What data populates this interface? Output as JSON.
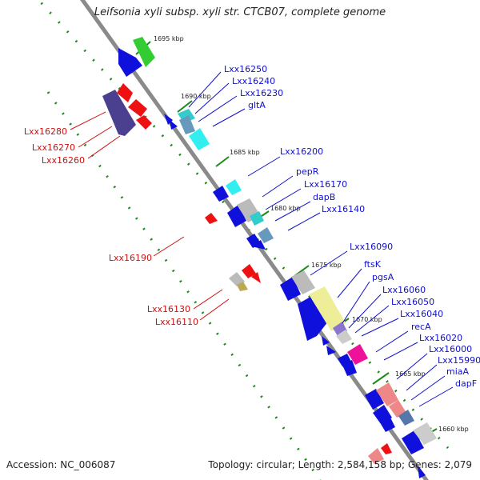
{
  "title": "Leifsonia xyli subsp. xyli str. CTCB07, complete genome",
  "footer": {
    "accession": "Accession: NC_006087",
    "summary": "Topology: circular; Length: 2,584,158 bp; Genes: 2,079"
  },
  "scale_labels": [
    "1695 kbp",
    "1690 kbp",
    "1685 kbp",
    "1680 kbp",
    "1675 kbp",
    "1670 kbp",
    "1665 kbp",
    "1660 kbp"
  ],
  "colors": {
    "backbone": "#8a8a8a",
    "scale_ticks": "#1a8a1a",
    "forward_labels": "#1010cc",
    "reverse_labels": "#d01010"
  },
  "forward_gene_labels": [
    "Lxx16250",
    "Lxx16240",
    "Lxx16230",
    "gltA",
    "Lxx16200",
    "pepR",
    "Lxx16170",
    "dapB",
    "Lxx16140",
    "Lxx16090",
    "ftsK",
    "pgsA",
    "Lxx16060",
    "Lxx16050",
    "Lxx16040",
    "recA",
    "Lxx16020",
    "Lxx16000",
    "Lxx15990",
    "miaA",
    "dapF"
  ],
  "reverse_gene_labels": [
    "Lxx16280",
    "Lxx16270",
    "Lxx16260",
    "Lxx16190",
    "Lxx16130",
    "Lxx16110"
  ]
}
